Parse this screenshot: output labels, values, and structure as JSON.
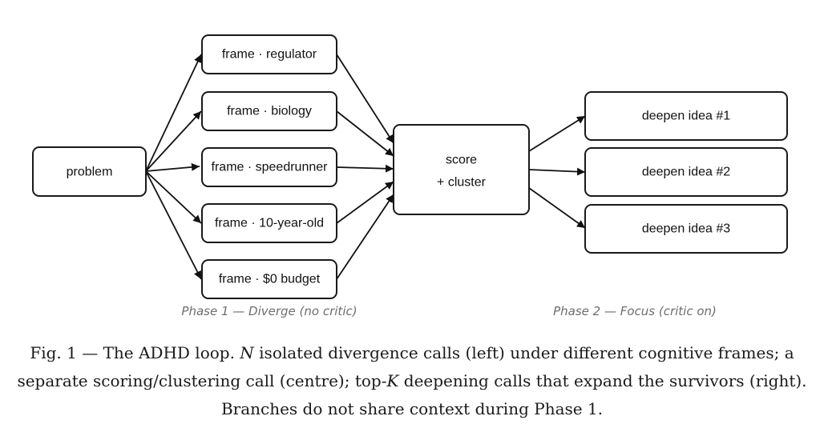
{
  "nodes": {
    "problem": "problem",
    "frame_regulator": "frame · regulator",
    "frame_biology": "frame · biology",
    "frame_speedrunner": "frame · speedrunner",
    "frame_ten_year_old": "frame · 10-year-old",
    "frame_zero_budget": "frame · $0 budget",
    "score_line1": "score",
    "score_line2": "+ cluster",
    "deepen_1": "deepen idea #1",
    "deepen_2": "deepen idea #2",
    "deepen_3": "deepen idea #3"
  },
  "phases": {
    "phase1": "Phase 1 — Diverge (no critic)",
    "phase2": "Phase 2 — Focus (critic on)"
  },
  "caption": {
    "p1": "Fig. 1 — The ADHD loop. ",
    "n": "N",
    "p2": " isolated divergence calls (left) under different cognitive frames; a separate scoring/clustering call (centre); top-",
    "k": "K",
    "p3": " deepening calls that expand the survivors (right). Branches do not share context during Phase 1."
  },
  "colors": {
    "stroke": "#1a1a1a",
    "phase_label": "#6e6e6e"
  }
}
